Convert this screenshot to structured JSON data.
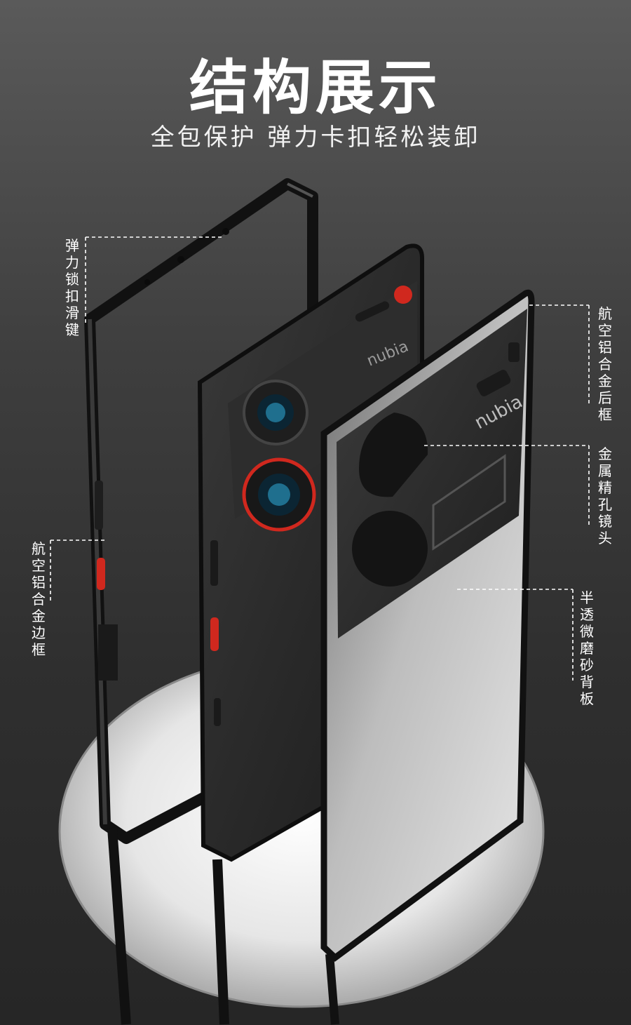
{
  "header": {
    "title": "结构展示",
    "subtitle": "全包保护 弹力卡扣轻松装卸"
  },
  "labels": {
    "spring_lock_slider": "弹力锁扣滑键",
    "aluminum_side_frame": "航空铝合金边框",
    "aluminum_back_frame": "航空铝合金后框",
    "metal_lens_hole": "金属精孔镜头",
    "frosted_back_panel": "半透微磨砂背板"
  },
  "brand": {
    "phone_logo": "nubia",
    "case_logo": "nubia"
  },
  "colors": {
    "accent_red": "#d0281e",
    "frame_black": "#161616",
    "guide_line": "#ffffff"
  }
}
